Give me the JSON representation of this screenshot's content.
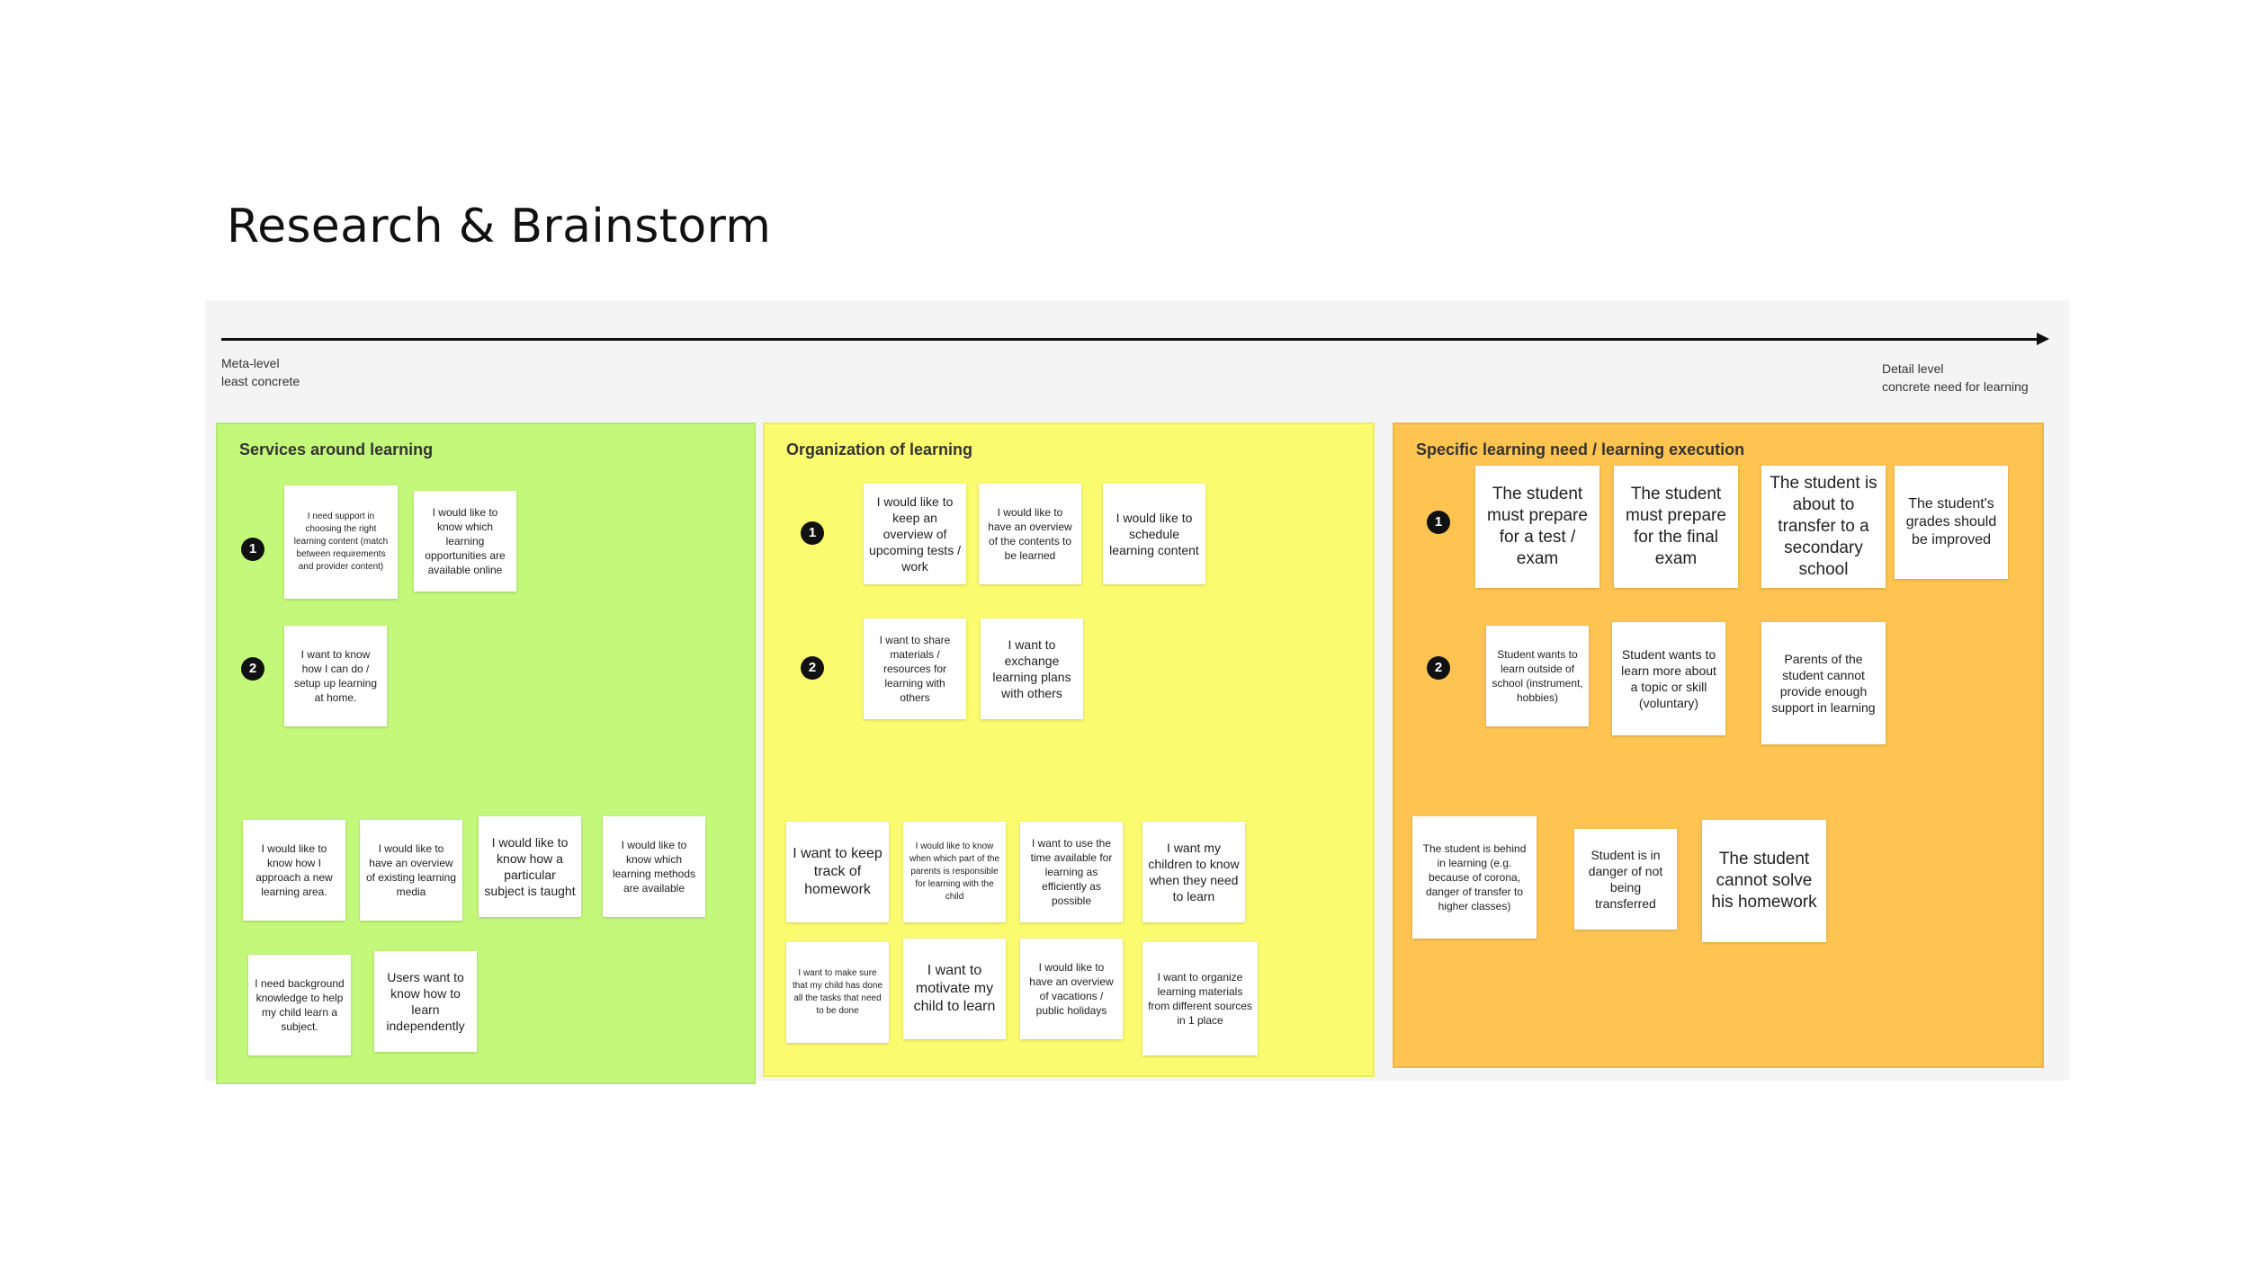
{
  "page": {
    "title": "Research & Brainstorm"
  },
  "axis": {
    "left_line1": "Meta-level",
    "left_line2": "least concrete",
    "right_line1": "Detail level",
    "right_line2": "concrete need for learning"
  },
  "colors": {
    "green_cluster": "#c3f87b",
    "yellow_cluster": "#fbfb6f",
    "orange_cluster": "#fdc452",
    "note": "#ffffff",
    "badge": "#111111"
  },
  "clusters": {
    "services": {
      "title": "Services around learning",
      "badge1": "1",
      "badge2": "2",
      "notes": [
        "I need support in choosing the right learning content (match between requirements and provider content)",
        "I would like to know which learning opportunities are available online",
        "I want to know how I can do / setup up learning at home.",
        "I would like to know how I approach a new learning area.",
        "I would like to have an overview of existing learning media",
        "I would like to know how a particular subject is taught",
        "I would like to know which learning methods are available",
        "I need background knowledge to help my child learn a subject.",
        "Users want to know how to learn independently"
      ]
    },
    "organization": {
      "title": "Organization of learning",
      "badge1": "1",
      "badge2": "2",
      "notes": [
        "I would like to keep an overview of upcoming tests / work",
        "I would like to have an overview of the contents to be learned",
        "I would like to schedule learning content",
        "I want to share materials / resources for learning with others",
        "I want to exchange learning plans with others",
        "I want to keep track of homework",
        "I would like to know when which part of the parents is responsible for learning with the child",
        "I want to use the time available for learning as efficiently as possible",
        "I want my children to know when they need to learn",
        "I want to make sure that my child has done all the tasks that need to be done",
        "I want to motivate my child to learn",
        "I would like to have an overview of vacations / public holidays",
        "I want to organize learning materials from different sources in 1 place"
      ]
    },
    "specific": {
      "title": "Specific learning need / learning execution",
      "badge1": "1",
      "badge2": "2",
      "notes": [
        "The student must prepare for a test / exam",
        "The student must prepare for the final exam",
        "The student is about to transfer to a secondary school",
        "The student's grades should be improved",
        "Student wants to learn outside of school (instrument, hobbies)",
        "Student wants to learn more about a topic or skill (voluntary)",
        "Parents of the student cannot provide enough support in learning",
        "The student is behind in learning (e.g. because of corona, danger of transfer to higher classes)",
        "Student is in danger of not being transferred",
        "The student cannot solve his homework"
      ]
    }
  }
}
